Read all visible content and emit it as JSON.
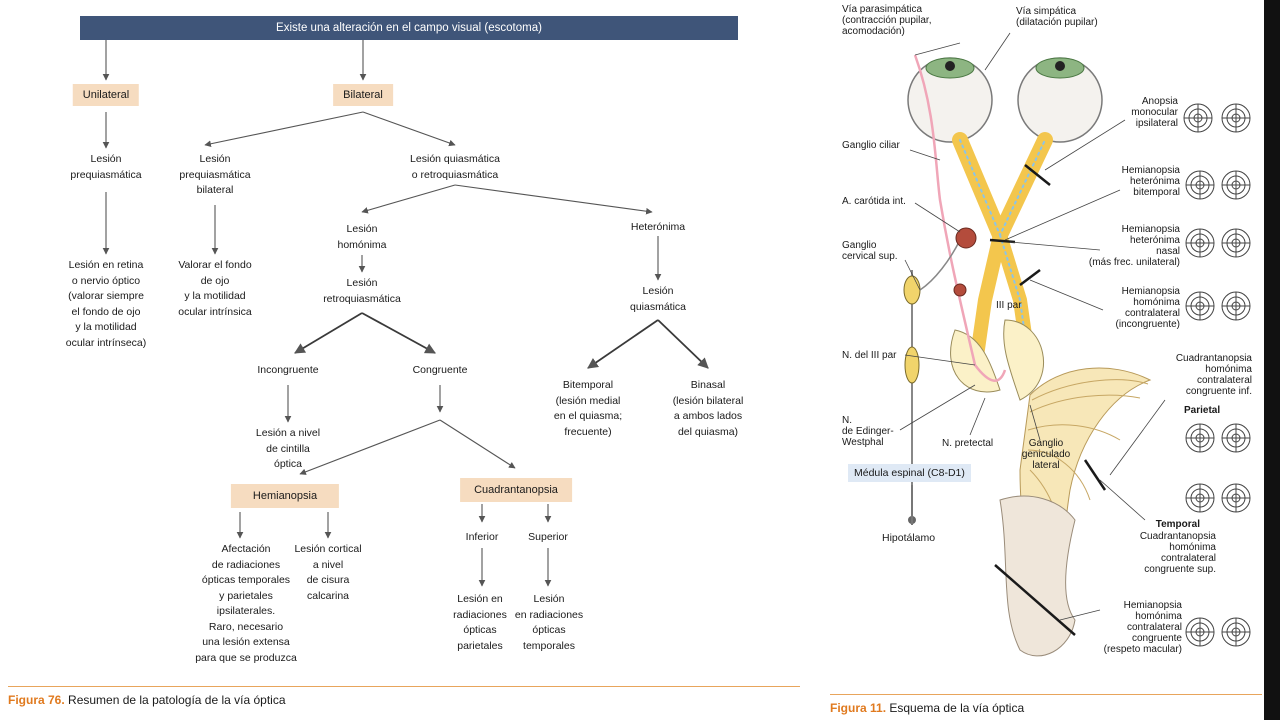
{
  "left_figure": {
    "header": "Existe una alteración en el campo visual (escotoma)",
    "nodes": {
      "unilateral": "Unilateral",
      "bilateral": "Bilateral",
      "prequiasmatica": "Lesión\nprequiasmática",
      "prequiasmatica_bilateral": "Lesión\nprequiasmática\nbilateral",
      "quiasmatica_retro": "Lesión quiasmática\no retroquiasmática",
      "retina_nervio": "Lesión en retina\no nervio óptico\n(valorar siempre\nel fondo de ojo\ny la motilidad\nocular intrínseca)",
      "valorar_fondo": "Valorar el fondo\nde ojo\ny la motilidad\nocular intrínsica",
      "homonima": "Lesión\nhomónima",
      "heteronima": "Heterónima",
      "retroquiasmatica": "Lesión\nretroquiasmática",
      "quiasmatica": "Lesión\nquiasmática",
      "incongruente": "Incongruente",
      "congruente": "Congruente",
      "bitemporal": "Bitemporal\n(lesión medial\nen el quiasma;\nfrecuente)",
      "binasal": "Binasal\n(lesión bilateral\na ambos lados\ndel quiasma)",
      "cintilla": "Lesión a nivel\nde cintilla\nóptica",
      "hemianopsia": "Hemianopsia",
      "cuadrantanopsia": "Cuadrantanopsia",
      "afectacion": "Afectación\nde radiaciones\nópticas temporales\ny parietales\nipsilaterales.\nRaro, necesario\nuna lesión extensa\npara que se produzca",
      "cortical": "Lesión cortical\na nivel\nde cisura\ncalcarina",
      "inferior": "Inferior",
      "superior": "Superior",
      "rad_parietales": "Lesión en\nradiaciones\nópticas\nparietales",
      "rad_temporales": "Lesión\nen radiaciones\nópticas\ntemporales"
    },
    "caption_label": "Figura 76.",
    "caption_text": " Resumen de la patología de la vía óptica"
  },
  "right_figure": {
    "labels": {
      "parasimpatica": "Vía parasimpática\n(contracción pupilar,\nacomodación)",
      "simpatica": "Vía simpática\n(dilatación pupilar)",
      "ganglio_ciliar": "Ganglio ciliar",
      "carotida": "A. carótida int.",
      "ganglio_cervical": "Ganglio\ncervical sup.",
      "n_iii_par": "N. del III par",
      "edinger": "N.\nde Edinger-\nWestphal",
      "pretectal": "N. pretectal",
      "geniculado": "Ganglio\ngeniculado\nlateral",
      "iii_par": "III par",
      "medula": "Médula espinal (C8-D1)",
      "hipotalamo": "Hipotálamo",
      "anopsia": "Anopsia\nmonocular\nipsilateral",
      "hemi_bitemporal": "Hemianopsia\nheterónima\nbitemporal",
      "hemi_nasal": "Hemianopsia\nheterónima\nnasal\n(más frec. unilateral)",
      "hemi_incongruente": "Hemianopsia\nhomónima\ncontralateral\n(incongruente)",
      "cuad_inf": "Cuadrantanopsia\nhomónima\ncontralateral\ncongruente inf.",
      "parietal": "Parietal",
      "temporal": "Temporal",
      "cuad_sup": "Cuadrantanopsia\nhomónima\ncontralateral\ncongruente sup.",
      "hemi_congruente": "Hemianopsia\nhomónima\ncontralateral\ncongruente\n(respeto macular)"
    },
    "caption_label": "Figura 11.",
    "caption_text": " Esquema de la vía óptica"
  },
  "colors": {
    "header": "#3f5579",
    "box": "#f6dcc0",
    "caption_accent": "#e07a1f",
    "optic_path": "#f3c64d",
    "parasympathetic": "#f0a6b8",
    "sympathetic_dots": "#8cc4e6"
  }
}
